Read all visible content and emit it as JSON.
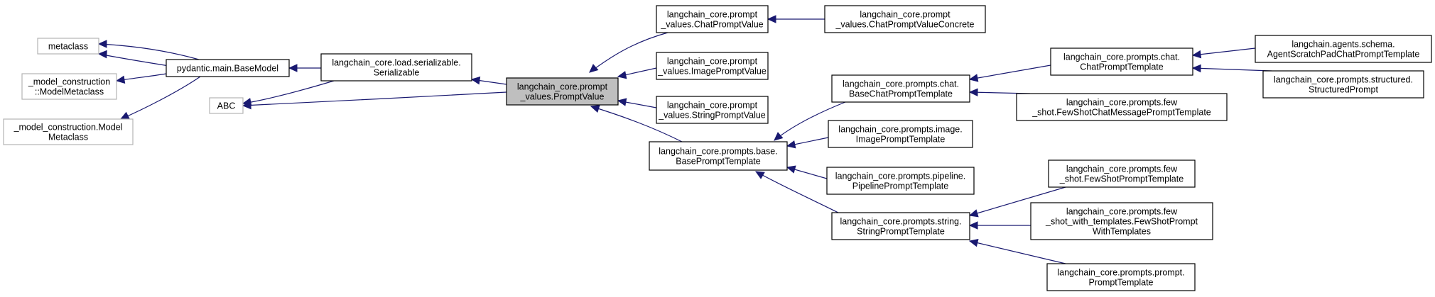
{
  "diagram": {
    "kind": "class inheritance graph",
    "colors": {
      "edge": "#191970",
      "node_border": "#000000",
      "external_node_border": "#b3b3b3",
      "focus_fill": "#bfbfbf",
      "node_fill": "#ffffff"
    },
    "nodes": {
      "metaclass": {
        "lines": [
          "metaclass"
        ],
        "style": "external"
      },
      "model_construction_model_metaclass_ns": {
        "lines": [
          "_model_construction",
          "::ModelMetaclass"
        ],
        "style": "external"
      },
      "model_construction_model_metaclass": {
        "lines": [
          "_model_construction.Model",
          "Metaclass"
        ],
        "style": "external"
      },
      "abc": {
        "lines": [
          "ABC"
        ],
        "style": "external"
      },
      "pydantic_base_model": {
        "lines": [
          "pydantic.main.BaseModel"
        ],
        "style": "normal"
      },
      "serializable": {
        "lines": [
          "langchain_core.load.serializable.",
          "Serializable"
        ],
        "style": "normal"
      },
      "prompt_value": {
        "lines": [
          "langchain_core.prompt",
          "_values.PromptValue"
        ],
        "style": "focus"
      },
      "chat_prompt_value": {
        "lines": [
          "langchain_core.prompt",
          "_values.ChatPromptValue"
        ],
        "style": "normal"
      },
      "image_prompt_value": {
        "lines": [
          "langchain_core.prompt",
          "_values.ImagePromptValue"
        ],
        "style": "normal"
      },
      "string_prompt_value": {
        "lines": [
          "langchain_core.prompt",
          "_values.StringPromptValue"
        ],
        "style": "normal"
      },
      "chat_prompt_value_concrete": {
        "lines": [
          "langchain_core.prompt",
          "_values.ChatPromptValueConcrete"
        ],
        "style": "normal"
      },
      "base_prompt_template": {
        "lines": [
          "langchain_core.prompts.base.",
          "BasePromptTemplate"
        ],
        "style": "normal"
      },
      "base_chat_prompt_template": {
        "lines": [
          "langchain_core.prompts.chat.",
          "BaseChatPromptTemplate"
        ],
        "style": "normal"
      },
      "image_prompt_template": {
        "lines": [
          "langchain_core.prompts.image.",
          "ImagePromptTemplate"
        ],
        "style": "normal"
      },
      "pipeline_prompt_template": {
        "lines": [
          "langchain_core.prompts.pipeline.",
          "PipelinePromptTemplate"
        ],
        "style": "normal"
      },
      "string_prompt_template": {
        "lines": [
          "langchain_core.prompts.string.",
          "StringPromptTemplate"
        ],
        "style": "normal"
      },
      "chat_prompt_template": {
        "lines": [
          "langchain_core.prompts.chat.",
          "ChatPromptTemplate"
        ],
        "style": "normal"
      },
      "few_shot_chat_message_prompt_template": {
        "lines": [
          "langchain_core.prompts.few",
          "_shot.FewShotChatMessagePromptTemplate"
        ],
        "style": "normal"
      },
      "agent_scratch_pad_chat_prompt_template": {
        "lines": [
          "langchain.agents.schema.",
          "AgentScratchPadChatPromptTemplate"
        ],
        "style": "normal"
      },
      "structured_prompt": {
        "lines": [
          "langchain_core.prompts.structured.",
          "StructuredPrompt"
        ],
        "style": "normal"
      },
      "few_shot_prompt_template": {
        "lines": [
          "langchain_core.prompts.few",
          "_shot.FewShotPromptTemplate"
        ],
        "style": "normal"
      },
      "few_shot_prompt_with_templates": {
        "lines": [
          "langchain_core.prompts.few",
          "_shot_with_templates.FewShotPrompt",
          "WithTemplates"
        ],
        "style": "normal"
      },
      "prompt_template": {
        "lines": [
          "langchain_core.prompts.prompt.",
          "PromptTemplate"
        ],
        "style": "normal"
      }
    },
    "edges": [
      {
        "from": "pydantic_base_model",
        "to": "metaclass"
      },
      {
        "from": "pydantic_base_model",
        "to": "metaclass"
      },
      {
        "from": "pydantic_base_model",
        "to": "model_construction_model_metaclass_ns"
      },
      {
        "from": "pydantic_base_model",
        "to": "model_construction_model_metaclass"
      },
      {
        "from": "serializable",
        "to": "pydantic_base_model"
      },
      {
        "from": "serializable",
        "to": "abc"
      },
      {
        "from": "prompt_value",
        "to": "serializable"
      },
      {
        "from": "prompt_value",
        "to": "abc"
      },
      {
        "from": "chat_prompt_value",
        "to": "prompt_value"
      },
      {
        "from": "image_prompt_value",
        "to": "prompt_value"
      },
      {
        "from": "string_prompt_value",
        "to": "prompt_value"
      },
      {
        "from": "base_prompt_template",
        "to": "prompt_value"
      },
      {
        "from": "chat_prompt_value_concrete",
        "to": "chat_prompt_value"
      },
      {
        "from": "base_chat_prompt_template",
        "to": "base_prompt_template"
      },
      {
        "from": "image_prompt_template",
        "to": "base_prompt_template"
      },
      {
        "from": "pipeline_prompt_template",
        "to": "base_prompt_template"
      },
      {
        "from": "string_prompt_template",
        "to": "base_prompt_template"
      },
      {
        "from": "chat_prompt_template",
        "to": "base_chat_prompt_template"
      },
      {
        "from": "few_shot_chat_message_prompt_template",
        "to": "base_chat_prompt_template"
      },
      {
        "from": "agent_scratch_pad_chat_prompt_template",
        "to": "chat_prompt_template"
      },
      {
        "from": "structured_prompt",
        "to": "chat_prompt_template"
      },
      {
        "from": "few_shot_prompt_template",
        "to": "string_prompt_template"
      },
      {
        "from": "few_shot_prompt_with_templates",
        "to": "string_prompt_template"
      },
      {
        "from": "prompt_template",
        "to": "string_prompt_template"
      }
    ]
  }
}
